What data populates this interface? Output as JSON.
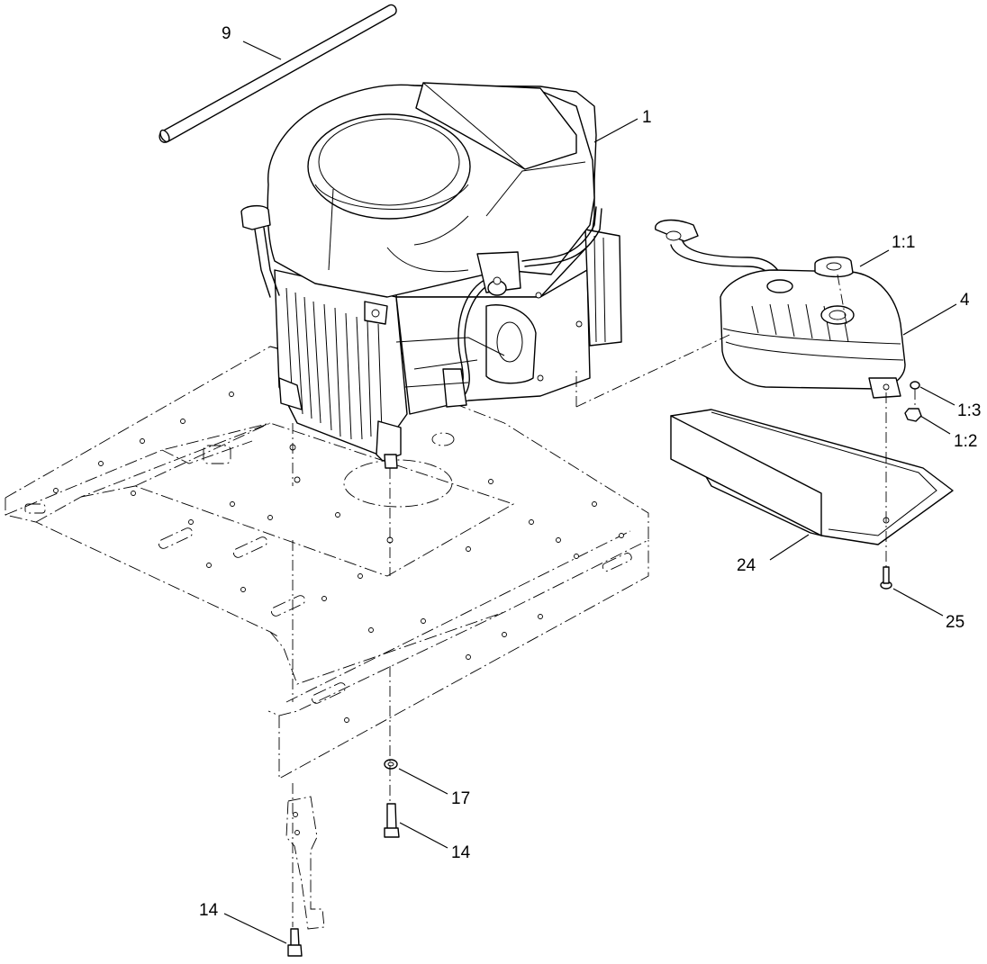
{
  "callouts": {
    "c9": "9",
    "c1": "1",
    "c1_1": "1:1",
    "c4": "4",
    "c1_3": "1:3",
    "c1_2": "1:2",
    "c24": "24",
    "c25": "25",
    "c17": "17",
    "c14_right": "14",
    "c14_left": "14"
  }
}
